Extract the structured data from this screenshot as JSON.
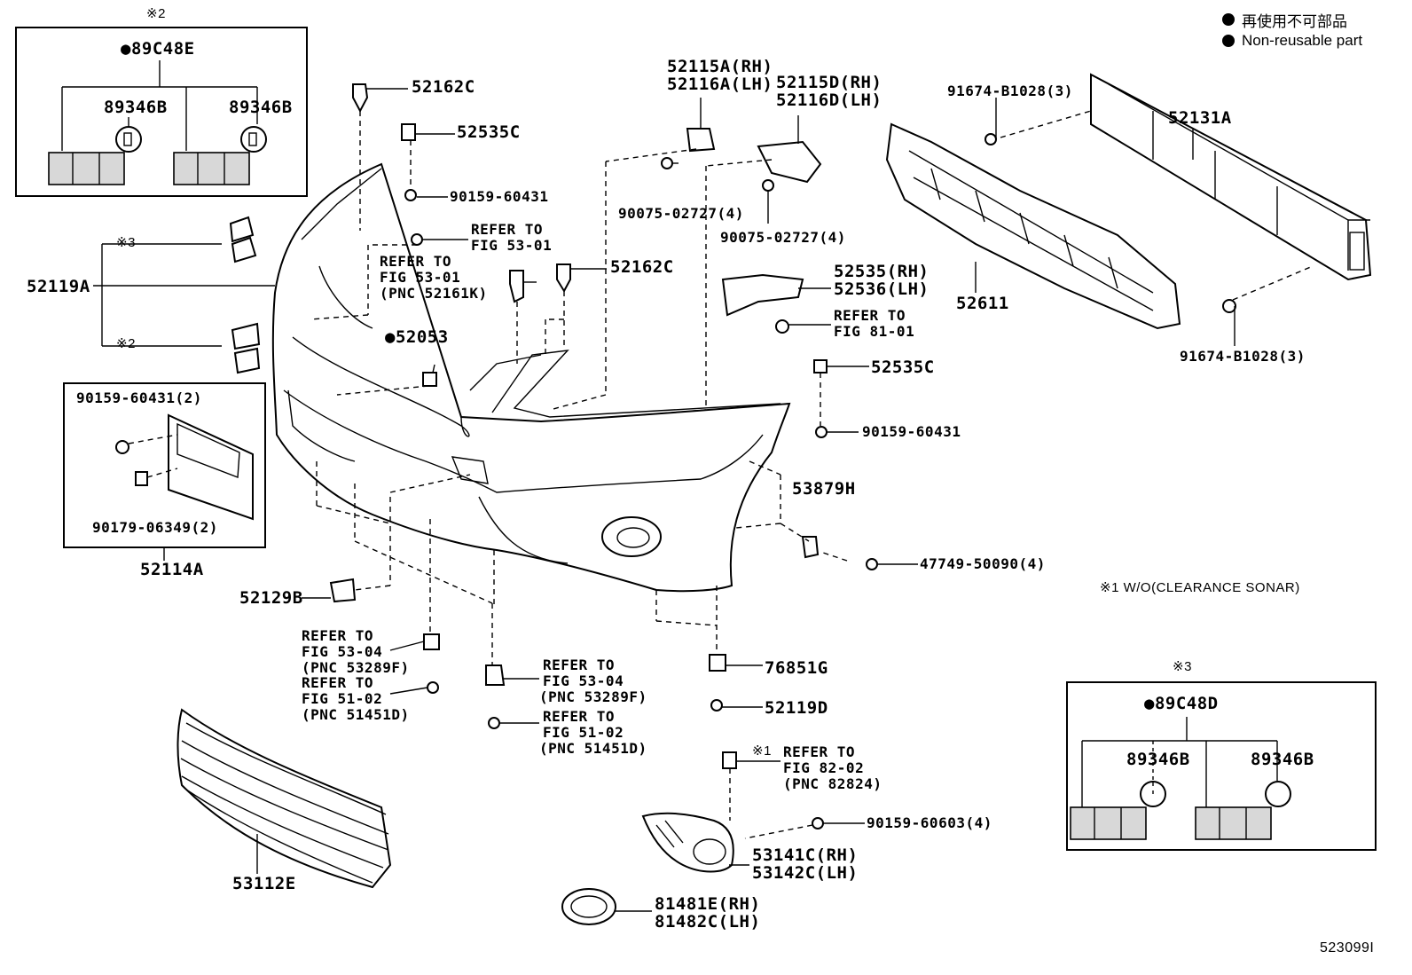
{
  "legend": {
    "ja": "再使用不可部品",
    "en": "Non-reusable part"
  },
  "figure_id": "523099I",
  "notes": {
    "n1": "※1 W/O(CLEARANCE SONAR)",
    "mark2_top": "※2",
    "mark3_bottom": "※3",
    "mark3_side": "※3",
    "mark2_side": "※2",
    "mark1_sonar": "※1"
  },
  "kits": {
    "top": {
      "kit": "●89C48E",
      "left": "89346B",
      "right": "89346B"
    },
    "bottom": {
      "kit": "●89C48D",
      "left": "89346B",
      "right": "89346B"
    }
  },
  "labels": {
    "p52162C_top": "52162C",
    "p52535C_top": "52535C",
    "p90159_60431_top": "90159-60431",
    "refer_53_01_a1": "REFER TO",
    "refer_53_01_a2": "FIG 53-01",
    "refer_53_01_b1": "REFER TO",
    "refer_53_01_b2": "FIG 53-01",
    "refer_53_01_b3": "(PNC 52161K)",
    "p52162C_mid": "52162C",
    "p52119A": "52119A",
    "p52053": "●52053",
    "p52115A": "52115A(RH)",
    "p52116A": "52116A(LH)",
    "p52115D": "52115D(RH)",
    "p52116D": "52116D(LH)",
    "p90075_a": "90075-02727(4)",
    "p90075_b": "90075-02727(4)",
    "p52535RH": "52535(RH)",
    "p52536LH": "52536(LH)",
    "refer_81_01_1": "REFER TO",
    "refer_81_01_2": "FIG 81-01",
    "p52535C_right": "52535C",
    "p90159_60431_right": "90159-60431",
    "p53879H": "53879H",
    "p47749": "47749-50090(4)",
    "p91674_top": "91674-B1028(3)",
    "p91674_bot": "91674-B1028(3)",
    "p52131A": "52131A",
    "p52611": "52611",
    "plate_90159": "90159-60431(2)",
    "plate_90179": "90179-06349(2)",
    "p52114A": "52114A",
    "p52129B": "52129B",
    "refer_53_04_a1": "REFER TO",
    "refer_53_04_a2": "FIG 53-04",
    "refer_53_04_a3": "(PNC 53289F)",
    "refer_51_02_a1": "REFER TO",
    "refer_51_02_a2": "FIG 51-02",
    "refer_51_02_a3": "(PNC 51451D)",
    "refer_53_04_b1": "REFER TO",
    "refer_53_04_b2": "FIG 53-04",
    "refer_53_04_b3": "(PNC 53289F)",
    "refer_51_02_b1": "REFER TO",
    "refer_51_02_b2": "FIG 51-02",
    "refer_51_02_b3": "(PNC 51451D)",
    "p76851G": "76851G",
    "p52119D": "52119D",
    "refer_82_02_1": "REFER TO",
    "refer_82_02_2": "FIG 82-02",
    "refer_82_02_3": "(PNC 82824)",
    "p90159_60603": "90159-60603(4)",
    "p53141C": "53141C(RH)",
    "p53142C": "53142C(LH)",
    "p81481E": "81481E(RH)",
    "p81482C": "81482C(LH)",
    "p53112E": "53112E"
  }
}
